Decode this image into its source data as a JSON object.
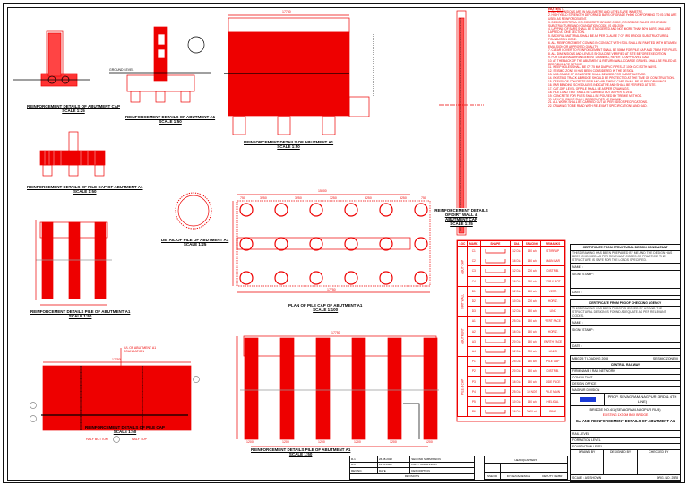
{
  "views": {
    "section_cap": "REINFORCEMENT DETAILS OF ABUTMENT CAP\nSCALE 1:25",
    "section_abut": "REINFORCEMENT DETAILS OF ABUTMENT A1\nSCALE 1:50",
    "elevation": "REINFORCEMENT DETAILS OF ABUTMENT A1\nSCALE 1:50",
    "pile_cap_section": "REINFORCEMENT DETAILS OF PILE CAP OF ABUTMENT A1\nSCALE 1:50",
    "pile_section": "REINFORCEMENT DETAILS PILE OF ABUTMENT A1\nSCALE 1:50",
    "pile_circle": "DETAIL OF PILE OF ABUTMENT A1\nSCALE 1:25",
    "cap_plan": "PLAN OF PILE CAP OF ABUTMENT A1\nSCALE 1:100",
    "dirt_wall": "REINFORCEMENT DETAILS OF DIRT WALL & ABUTMENT CAP\nSCALE 1:25",
    "foundation": "REINFORCEMENT DETAILS OF PILE CAP\nSCALE 1:50",
    "piles_elev": "REINFORCEMENT DETAILS PILE OF ABUTMENT A1\nSCALE 1:50"
  },
  "dims": {
    "cap_total": "15000",
    "end": "750",
    "spacing": "3250",
    "overall": "17750",
    "height": "1500",
    "found_cl": "C/L OF ABUTMENT A1 FOUNDATION",
    "half_bottom": "HALF BOTTOM",
    "half_top": "HALF TOP",
    "pile_dia": "1200",
    "ground": "GROUND LEVEL"
  },
  "notes": {
    "heading": "NOTES :-",
    "items": [
      "1. ALL DIMENSIONS ARE IN MILLIMETRE AND LEVELS ARE IN METRE.",
      "2. HIGH YIELD STRENGTH DEFORMED BARS OF GRADE Fe500 CONFORMING TO IS:1786 ARE USED AS REINFORCEMENT.",
      "3. DESIGN CRITERIA: IRS CONCRETE BRIDGE CODE, IRS BRIDGE RULES, IRS BRIDGE SUBSTRUCTURE AND FOUNDATION CODE, IS 456:2000",
      "4. LAPPING OF BARS SHALL BE STAGGERED AND NOT MORE THAN 50% BARS SHALL BE LAPPED AT ONE SECTION.",
      "5. BACKFILL MATERIAL SHALL BE AS PER CLAUSE 7 OF IRS BRIDGE SUBSTRUCTURE & FOUNDATION CODE.",
      "6. ALL REINFORCEMENT COMING IN CONTACT WITH SOIL SHALL BE PAINTED WITH BITUMEN EMULSION OR APPROVED QUALITY.",
      "7. CLEAR COVER TO REINFORCEMENT SHALL BE 50MM FOR PILE CAP AND 75MM FOR PILES.",
      "8. ALL DIMENSIONS AND LEVELS SHOULD BE VERIFIED AT SITE BEFORE EXECUTION.",
      "9. FOR GENERAL ARRANGEMENT DRAWING, REFER TO APPROVED GAD.",
      "10. AT THE BACK OF THE ABUTMENT & RETURN WALL COARSE GRAVEL SHALL BE FILLED AS PER DRAINAGE DETAILS.",
      "11. WEEP HOLES SHALL BE OF 75 MM DIA PVC PIPES AT 1000 C/C BOTH WAYS.",
      "12. SEISMIC ZONE III HAS BEEN CONSIDERED IN THE DESIGN.",
      "13. M35 GRADE OF CONCRETE SHALL BE USED FOR SUBSTRUCTURE.",
      "14. EXISTING TRACK & BRIDGE SHOULD BE PROTECTED AT THE TIME OF CONSTRUCTION.",
      "15. DESIGN OF CONCRETE PIER AND ABUTMENT CAPS SHALL BE AS PER DRAWINGS.",
      "16. BAR BENDING SCHEDULE IS INDICATIVE AND SHALL BE VERIFIED AT SITE.",
      "17. CUT-OFF LEVEL OF PILE SHALL BE AS PER DRAWINGS.",
      "18. PILE LOAD TEST SHALL BE CARRIED OUT AS PER IS 2911.",
      "19. CONCRETE FOR PILES SHALL BE POURED BY TREMIE METHOD.",
      "20. HELICAL RINGS SHALL BE PROVIDED AS SHOWN.",
      "21. ALL WORK SHALL BE CARRIED OUT AS PER RDSO SPECIFICATIONS.",
      "22. DRAWING TO BE READ WITH RELEVANT SPECIFICATIONS AND GAD."
    ]
  },
  "bbs": {
    "caption": "BAR BENDING SCHEDULE",
    "headers": [
      "LOC",
      "MARK",
      "SHAPE",
      "DIA",
      "SPACING",
      "REMARKS"
    ],
    "groups": [
      {
        "name": "ABUT CAP",
        "rows": [
          [
            "C1",
            "12 Dia",
            "150 c/c",
            "STIRRUP"
          ],
          [
            "C2",
            "16 Dia",
            "150 c/c",
            "MAIN BAR"
          ],
          [
            "C3",
            "12 Dia",
            "200 c/c",
            "DISTRIB."
          ],
          [
            "C4",
            "16 Dia",
            "150 c/c",
            "TOP & BOT"
          ]
        ]
      },
      {
        "name": "DIRT WALL",
        "rows": [
          [
            "D1",
            "12 Dia",
            "150 c/c",
            "VERT."
          ],
          [
            "D2",
            "10 Dia",
            "200 c/c",
            "HORIZ."
          ],
          [
            "D3",
            "12 Dia",
            "150 c/c",
            "LINK"
          ]
        ]
      },
      {
        "name": "ABUTMENT",
        "rows": [
          [
            "A1",
            "25 Dia",
            "150 c/c",
            "VERT FACE"
          ],
          [
            "A2",
            "16 Dia",
            "150 c/c",
            "HORIZ."
          ],
          [
            "A3",
            "20 Dia",
            "150 c/c",
            "EARTH FACE"
          ],
          [
            "A4",
            "12 Dia",
            "300 c/c",
            "LINKS"
          ]
        ]
      },
      {
        "name": "PILE & CAP",
        "rows": [
          [
            "P1",
            "25 Dia",
            "150 c/c",
            "PILE CAP"
          ],
          [
            "P2",
            "20 Dia",
            "150 c/c",
            "DISTRIB."
          ],
          [
            "P3",
            "16 Dia",
            "150 c/c",
            "SIDE FACE"
          ],
          [
            "P4",
            "25 Dia",
            "19 NOS",
            "PILE MAIN"
          ],
          [
            "P5",
            "10 Dia",
            "150 c/c",
            "HELICAL"
          ],
          [
            "P6",
            "16 Dia",
            "2000 c/c",
            "RING"
          ]
        ]
      }
    ]
  },
  "cert1": {
    "heading": "CERTIFICATE FROM STRUCTURAL DESIGN CONSULTANT",
    "text": "THIS DRAWING HAS BEEN PREPARED BY ME AND THE DESIGN HAS BEEN CHECKED AS PER RELEVANT CODES OF PRACTICE. THE STRUCTURE IS SAFE FOR THE LOADS SPECIFIED.",
    "name": "NAME :",
    "sign": "SIGN / STAMP :",
    "date": "DATE :"
  },
  "cert2": {
    "heading": "CERTIFICATE FROM PROOF CHECKING AGENCY",
    "text": "THIS DRAWING HAS BEEN PROOF CHECKED BY US AND THE STRUCTURAL DESIGN IS FOUND ADEQUATE AS PER RELEVANT CODES.",
    "name": "NAME :",
    "sign": "SIGN / STAMP :",
    "date": "DATE :"
  },
  "titleblock": {
    "loading": "MBG 25 T LOADING 2008",
    "seismic": "SEISMIC ZONE III",
    "railway": "CENTRAL RAILWAY",
    "l1": "FIRM NAME / RAIL NETWORK",
    "l2": "CONSULTANT",
    "l3": "DESIGN OFFICE",
    "l4": "NAGPUR DIVISION",
    "project": "PROP. SEVAGRAM-NAGPUR (3RD & 4TH LINE)",
    "bridge": "BRIDGE NO.4/1 (SEVAGRAM-NAGPUR RUB)",
    "sub": "EXISTING 1X3.0M BOX BRIDGE",
    "drawing_title": "GA AND REINFORCEMENT DETAILS OF ABUTMENT A1",
    "r1": "RAIL LEVEL",
    "r2": "FORMATION LEVEL",
    "r3": "FOUNDATION LEVEL",
    "drawn": "DRAWN BY",
    "designed": "DESIGNED BY",
    "checked": "CHECKED BY",
    "scale": "SCALE : AS SHOWN",
    "dwg_no": "DRG. NO. 2578"
  },
  "revisions": {
    "rows": [
      [
        "R-1",
        "26.08.2022",
        "SECOND SUBMISSION"
      ],
      [
        "R-0",
        "11.05.2022",
        "FIRST SUBMISSION"
      ],
      [
        "REV NO.",
        "DATE",
        "DESCRIPTION"
      ]
    ],
    "caption": "REVISIONS"
  },
  "hq": {
    "title": "HEADQUARTERS",
    "cols": [
      "SSE/DD",
      "DY.CE/GS/DESIGN",
      "DEPUTY CE/BR"
    ]
  }
}
